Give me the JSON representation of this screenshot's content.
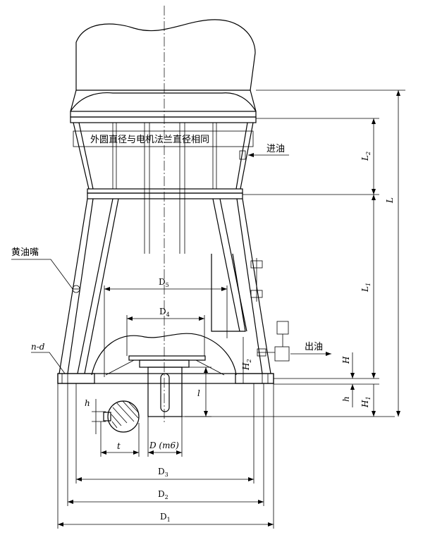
{
  "labels": {
    "flange_note": "外圆直径与电机法兰直径相同",
    "oil_in": "进油",
    "oil_out": "出油",
    "grease_nipple": "黄油嘴",
    "nd": "n-d",
    "D1": "D",
    "D1_sub": "1",
    "D2": "D",
    "D2_sub": "2",
    "D3": "D",
    "D3_sub": "3",
    "D4": "D",
    "D4_sub": "4",
    "D5": "D",
    "D5_sub": "5",
    "D_m6": "D (m6)",
    "t": "t",
    "h_small": "h",
    "l": "l",
    "H": "H",
    "H1": "H",
    "H1_sub": "1",
    "H2": "H",
    "H2_sub": "2",
    "h_right": "h",
    "L": "L",
    "L1": "L",
    "L1_sub": "1",
    "L2": "L",
    "L2_sub": "2"
  }
}
